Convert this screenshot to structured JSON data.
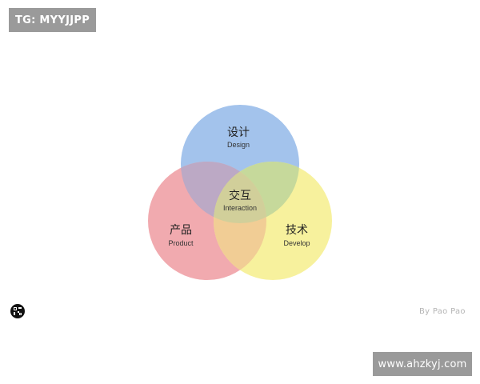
{
  "watermark_top": "TG: MYYJJPP",
  "watermark_bottom": "www.ahzkyj.com",
  "credit": "By Pao Pao",
  "diagram": {
    "design": {
      "zh": "设计",
      "en": "Design",
      "color": "#a3c3ec"
    },
    "product": {
      "zh": "产品",
      "en": "Product",
      "color": "#f1aaaf"
    },
    "develop": {
      "zh": "技术",
      "en": "Develop",
      "color": "#f7f19d"
    },
    "interaction": {
      "zh": "交互",
      "en": "Interaction"
    }
  },
  "colors": {
    "design_product_overlap": "#bca9c5",
    "design_develop_overlap": "#c6d99b",
    "product_develop_overlap": "#f1cd95",
    "center_overlap": "#d1cf9a"
  },
  "icons": {
    "logo": "qr-badge-icon"
  }
}
